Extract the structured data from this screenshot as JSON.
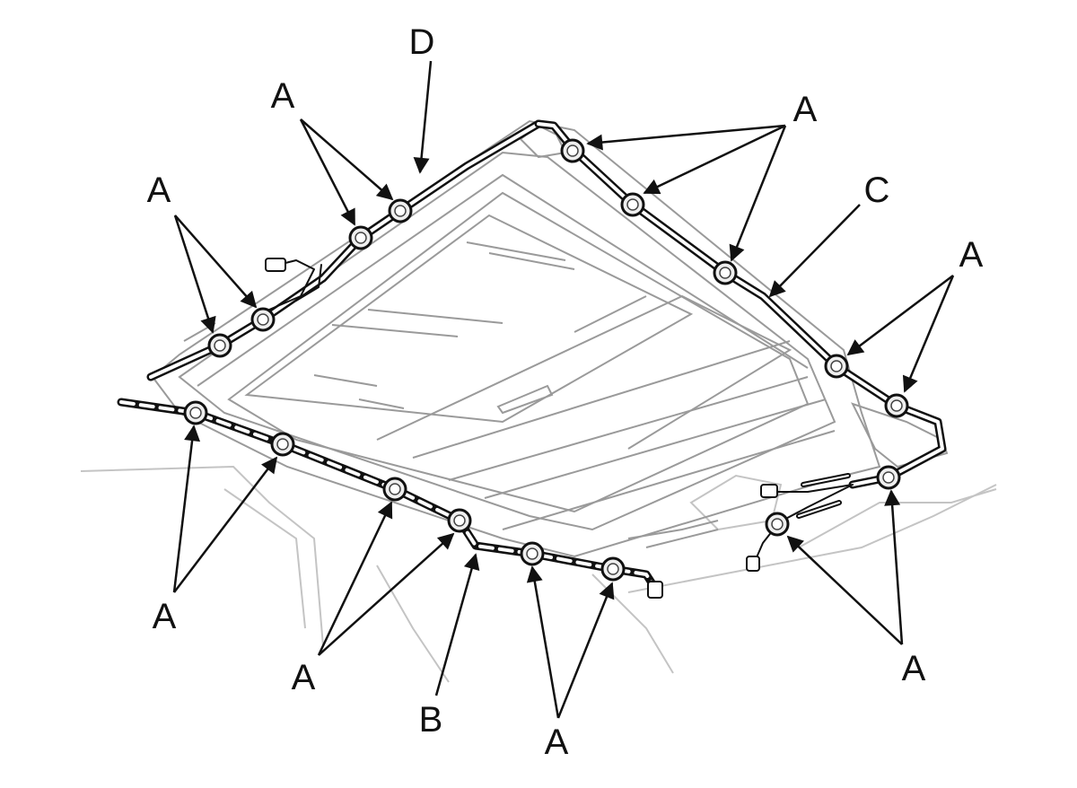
{
  "labels": {
    "clip": "A",
    "harness_b": "B",
    "harness_c": "C",
    "harness_d": "D"
  },
  "colors": {
    "line": "#111111",
    "frame": "#9a9a9a",
    "faint": "#c4c4c4",
    "clip_fill": "#eeeeee",
    "clip_ring": "#444444"
  }
}
